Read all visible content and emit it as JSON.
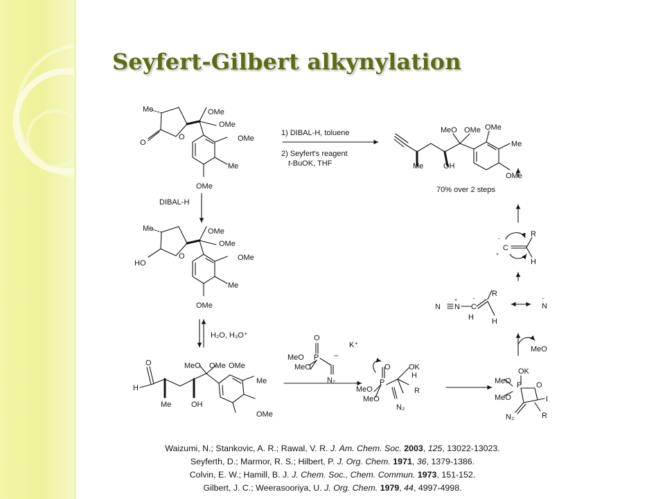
{
  "slide": {
    "title": "Seyfert-Gilbert alkynylation",
    "accent_color": "#5e6b12",
    "sidebar_color": "#f0f39e"
  },
  "scheme": {
    "conditions": {
      "step1": "1) DIBAL-H, toluene",
      "step2": "2) Seyfert's reagent",
      "step2b_italic": "t",
      "step2b_rest": "-BuOK, THF",
      "dibal": "DIBAL-H",
      "hydrolysis": "H₂O, H₃O⁺",
      "potassium": "K⁺",
      "yield": "70% over 2 steps"
    },
    "labels": {
      "me": "Me",
      "ome": "OMe",
      "meo": "MeO",
      "o": "O",
      "ho": "HO",
      "oh": "OH",
      "h": "H",
      "r": "R",
      "c": "C",
      "n": "N",
      "n2": "N₂",
      "p": "P",
      "ok": "OK",
      "plus": "+",
      "minus": "−"
    }
  },
  "references": [
    {
      "authors": "Waizumi, N.; Stankovic, A. R.; Rawal, V. R. ",
      "journal": "J. Am. Chem. Soc.",
      "year": "2003",
      "volume": "125",
      "pages": ", 13022-13023."
    },
    {
      "authors": "Seyferth, D.; Marmor, R. S.; Hilbert, P. ",
      "journal": "J. Org. Chem.",
      "year": "1971",
      "volume": "36",
      "pages": ", 1379-1386."
    },
    {
      "authors": "Colvin, E. W.; Hamill, B. J. ",
      "journal": "J. Chem. Soc., Chem. Commun.",
      "year": "1973",
      "volume": "",
      "pages": ", 151-152."
    },
    {
      "authors": "Gilbert, J. C.; Weerasooriya, U. ",
      "journal": "J. Org. Chem.",
      "year": "1979",
      "volume": "44",
      "pages": ", 4997-4998."
    }
  ]
}
